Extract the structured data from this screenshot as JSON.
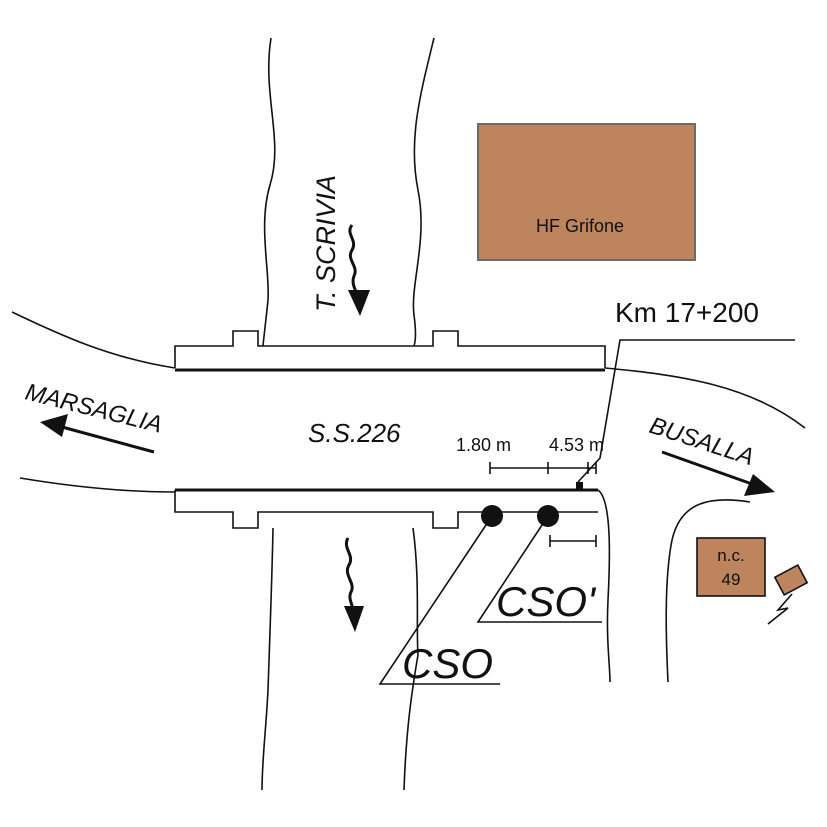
{
  "labels": {
    "river": "T. SCRIVIA",
    "building": "HF Grifone",
    "km_marker": "Km 17+200",
    "direction_west": "MARSAGLIA",
    "road": "S.S.226",
    "direction_east": "BUSALLA",
    "dist_1": "1.80 m",
    "dist_2": "4.53 m",
    "house_line1": "n.c.",
    "house_line2": "49",
    "site_1": "CSO",
    "site_2": "CSO'"
  },
  "colors": {
    "building_fill": "#bd845e",
    "line": "#111111",
    "background": "#ffffff"
  }
}
